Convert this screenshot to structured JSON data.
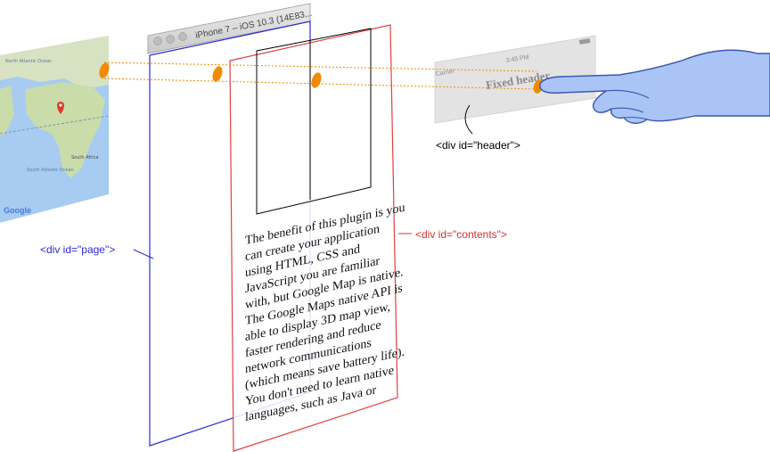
{
  "simulator": {
    "title": "iPhone 7 – iOS 10.3 (14E83..."
  },
  "header_layer": {
    "carrier": "Carrier",
    "time": "3:45 PM",
    "title": "Fixed header"
  },
  "map": {
    "ocean_north": "North Atlantic Ocean",
    "ocean_south": "South Atlantic Ocean",
    "south_africa": "South Africa",
    "logo": "Google"
  },
  "contents": {
    "text_lines": [
      "The benefit of this plugin is you",
      "can create your application",
      "using HTML, CSS and",
      "JavaScript you are familiar",
      "with, but Google Map is native.",
      "The Google Maps native API is",
      "able to display 3D map view,",
      "faster rendering and reduce",
      "network communications",
      "(which means save battery life).",
      "You don't need to learn native",
      "languages, such as Java or"
    ]
  },
  "labels": {
    "header": "<div id=\"header\">",
    "contents": "<div id=\"contents\">",
    "page": "<div id=\"page\">"
  },
  "colors": {
    "page_outline": "#2a2ad0",
    "contents_outline": "#e04040",
    "touch_marker": "#f28a00",
    "hand_fill": "#a9c4f5",
    "hand_stroke": "#3a55b0",
    "map_land": "#c9dcaa",
    "map_water": "#a8cbf2"
  }
}
